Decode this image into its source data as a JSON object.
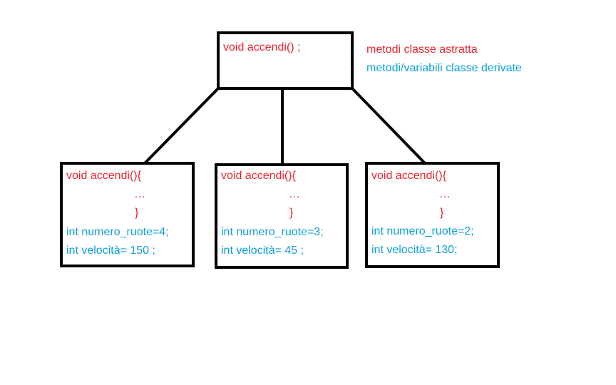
{
  "colors": {
    "method": "#e8242e",
    "variable": "#0fa0d8",
    "border": "#000000"
  },
  "abstract_class": {
    "method": "void accendi() ;"
  },
  "legend": {
    "abstract_methods": "metodi classe astratta",
    "derived_members": "metodi/variabili classe derivate"
  },
  "derived_classes": [
    {
      "method_open": "void accendi(){",
      "method_body": "…",
      "method_close": "}",
      "var_wheels": "int numero_ruote=4;",
      "var_speed": "int velocità= 150 ;"
    },
    {
      "method_open": "void accendi(){",
      "method_body": "…",
      "method_close": "}",
      "var_wheels": "int numero_ruote=3;",
      "var_speed": "int velocità= 45 ;"
    },
    {
      "method_open": "void accendi(){",
      "method_body": "…",
      "method_close": "}",
      "var_wheels": "int numero_ruote=2;",
      "var_speed": "int velocità= 130;"
    }
  ]
}
